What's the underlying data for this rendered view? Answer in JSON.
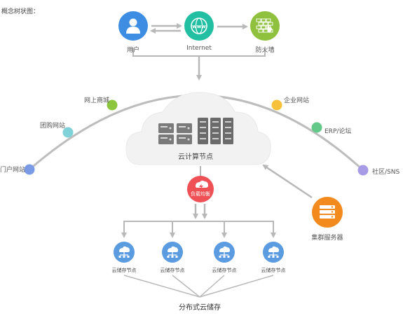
{
  "title": "概念树状图：",
  "top": {
    "user": "用户",
    "internet": "Internet",
    "firewall": "防火墙",
    "www_text": "www"
  },
  "arc_sites": [
    {
      "label": "网上商城",
      "color": "#8cc63f"
    },
    {
      "label": "团购网站",
      "color": "#7fd3d8"
    },
    {
      "label": "门户网站",
      "color": "#7b9ae6"
    },
    {
      "label": "企业网站",
      "color": "#f7c23a"
    },
    {
      "label": "ERP/论坛",
      "color": "#63c98a"
    },
    {
      "label": "社区/SNS",
      "color": "#a79be6"
    }
  ],
  "cloud_label": "云计算节点",
  "scheduler_label": "负载均衡",
  "cluster_label": "集群服务器",
  "storage_nodes": [
    "云储存节点",
    "云储存节点",
    "云储存节点",
    "云储存节点"
  ],
  "bottom_label": "分布式云储存",
  "colors": {
    "user": "#3d8de3",
    "internet": "#22bfa3",
    "firewall": "#8fc13e",
    "scheduler": "#ee5055",
    "cluster": "#f28a1e",
    "storage": "#5b9be0",
    "arc": "#bdbdbd",
    "arrow": "#b8b8b8"
  }
}
